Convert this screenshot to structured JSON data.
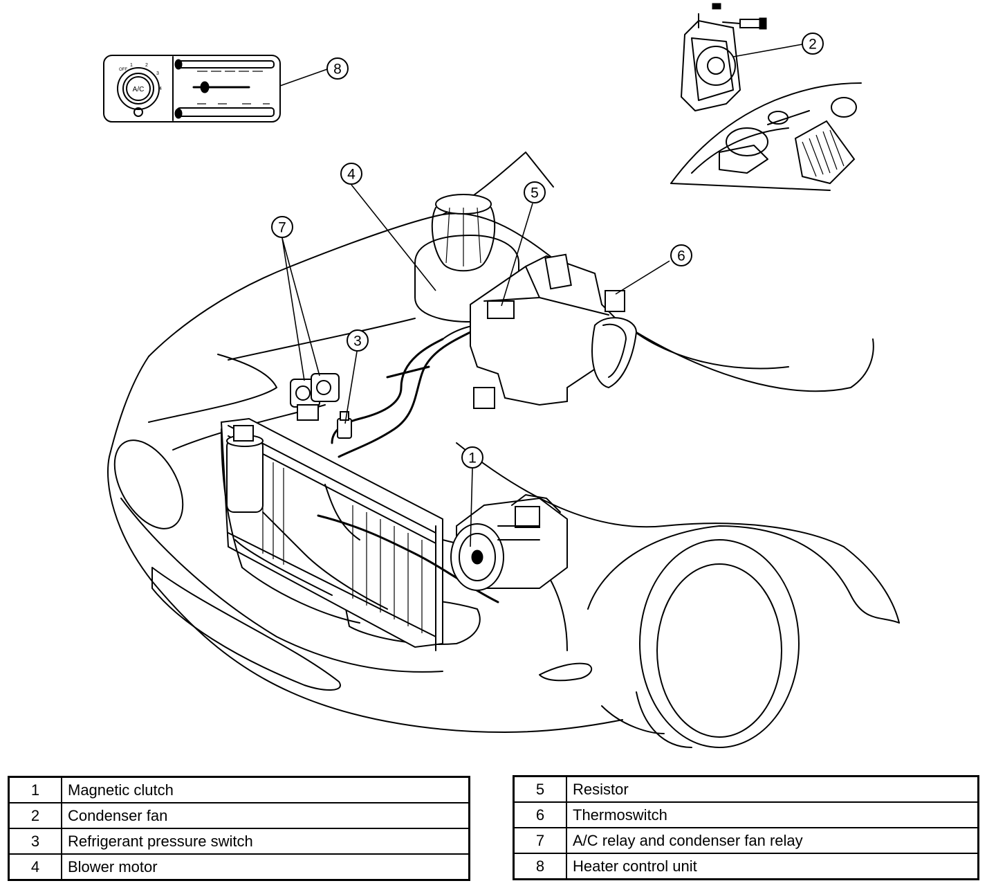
{
  "callouts": [
    "1",
    "2",
    "3",
    "4",
    "5",
    "6",
    "7",
    "8"
  ],
  "heater_panel": {
    "knob_label": "A/C",
    "fan_speeds": [
      "OFF",
      "1",
      "2",
      "3",
      "4"
    ]
  },
  "legend": {
    "left": [
      {
        "num": "1",
        "desc": "Magnetic clutch"
      },
      {
        "num": "2",
        "desc": "Condenser fan"
      },
      {
        "num": "3",
        "desc": "Refrigerant pressure switch"
      },
      {
        "num": "4",
        "desc": "Blower motor"
      }
    ],
    "right": [
      {
        "num": "5",
        "desc": "Resistor"
      },
      {
        "num": "6",
        "desc": "Thermoswitch"
      },
      {
        "num": "7",
        "desc": "A/C relay and condenser fan relay"
      },
      {
        "num": "8",
        "desc": "Heater control unit"
      }
    ]
  }
}
